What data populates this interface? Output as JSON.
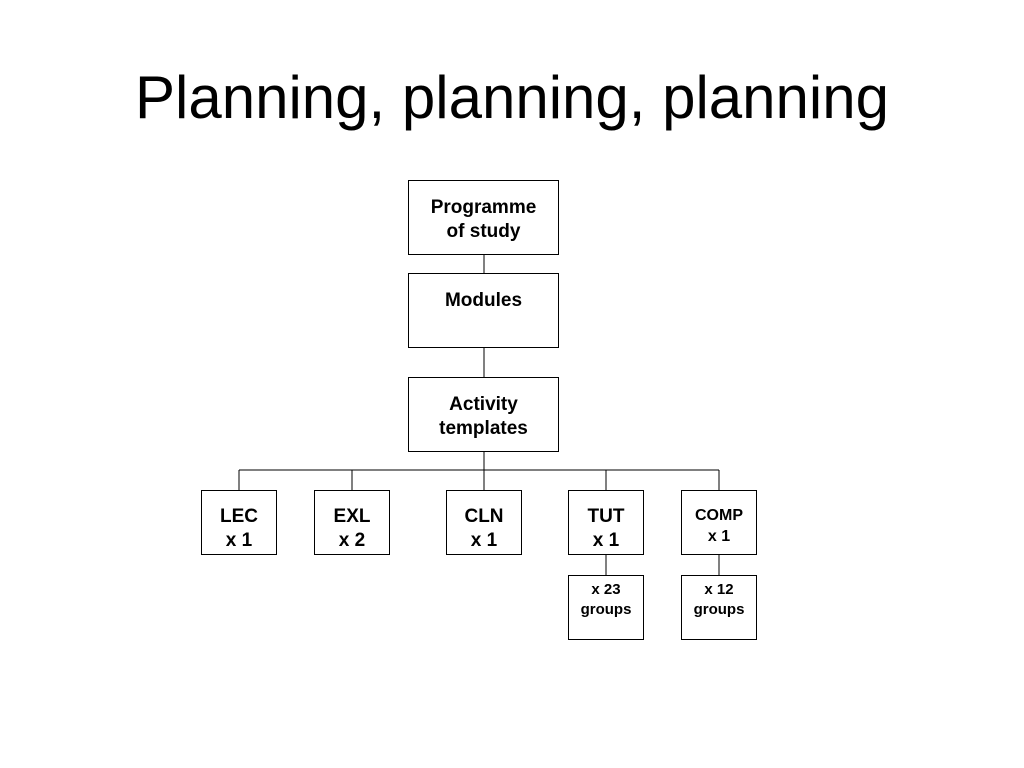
{
  "slide": {
    "title": "Planning, planning, planning"
  },
  "diagram": {
    "programme": "Programme\nof study",
    "modules": "Modules",
    "activity": "Activity\ntemplates",
    "children": [
      {
        "label": "LEC\nx 1"
      },
      {
        "label": "EXL\nx 2"
      },
      {
        "label": "CLN\nx 1"
      },
      {
        "label": "TUT\nx 1"
      },
      {
        "label": "COMP\nx 1"
      }
    ],
    "groups": {
      "tut": "x 23\ngroups",
      "comp": "x 12\ngroups"
    }
  }
}
